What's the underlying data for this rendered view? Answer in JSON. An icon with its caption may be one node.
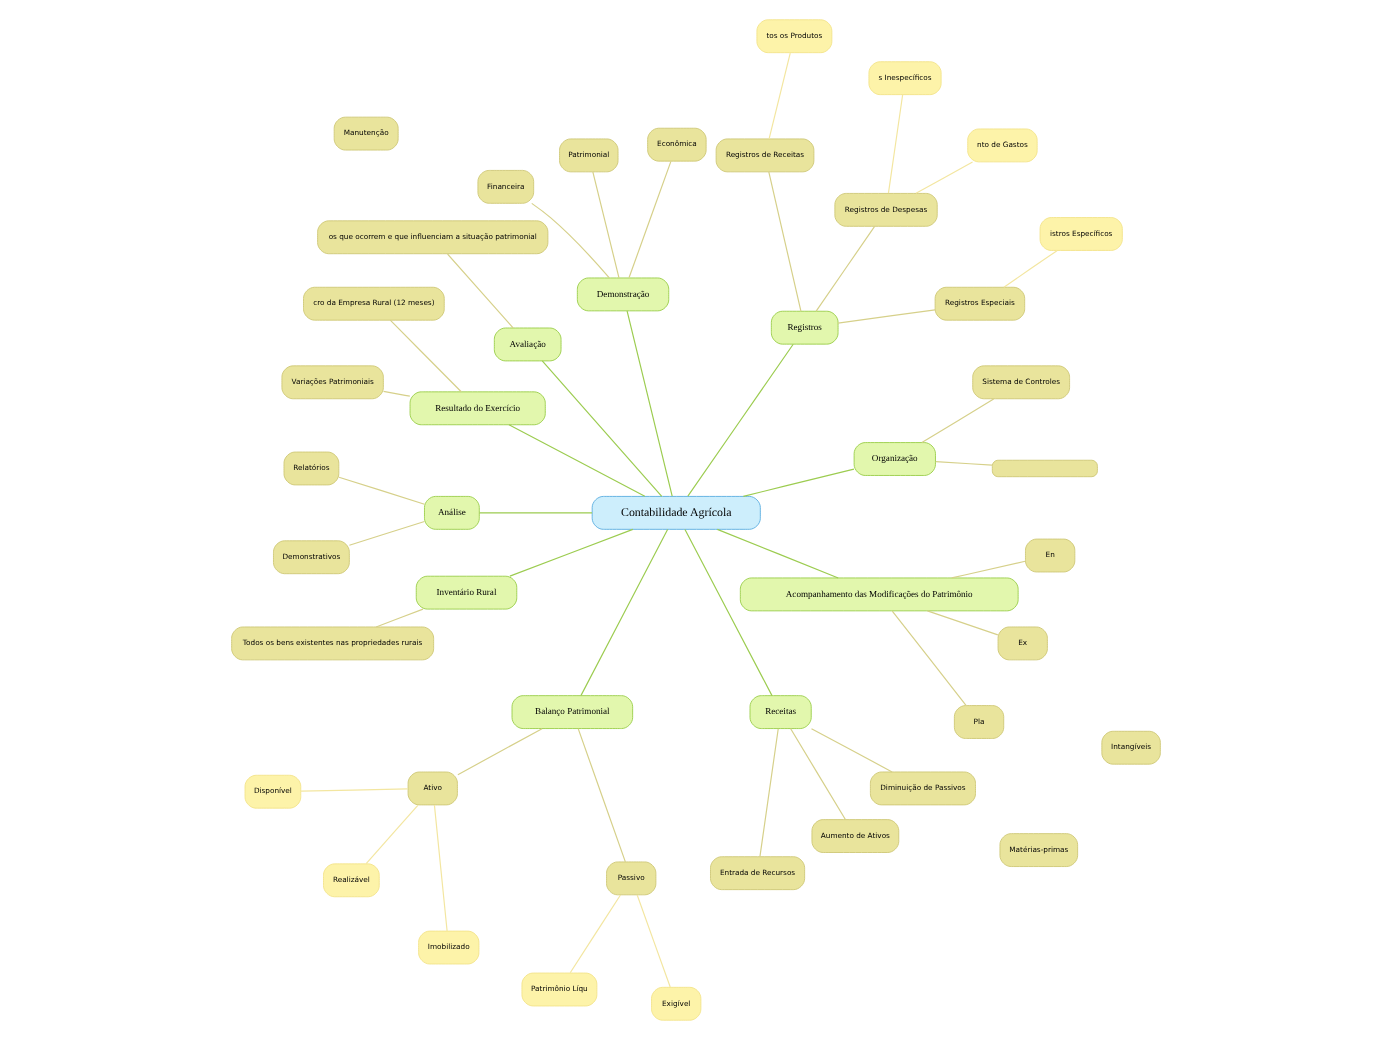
{
  "diagram": {
    "nodes": [
      {
        "text": [
          "Contabilidade Agrícola"
        ]
      },
      {
        "text": [
          "Organização"
        ]
      },
      {
        "text": [],
        "shape": "box"
      },
      {
        "text": [
          "Sistema de Controles"
        ]
      },
      {
        "text": [
          "Registros"
        ]
      },
      {
        "text": [
          "Registros Especiais"
        ]
      },
      {
        "text": [
          "istros Específicos"
        ]
      },
      {
        "text": [
          "Registros de Despesas"
        ]
      },
      {
        "text": [
          "nto de Gastos"
        ]
      },
      {
        "text": [
          "s Inespecíficos"
        ]
      },
      {
        "text": [
          "Registros de Receitas"
        ]
      },
      {
        "text": [
          "tos os Produtos"
        ]
      },
      {
        "text": [
          "Demonstração"
        ]
      },
      {
        "text": [
          "Econômica"
        ]
      },
      {
        "text": [
          "Patrimonial"
        ]
      },
      {
        "text": [
          "Financeira"
        ]
      },
      {
        "text": [
          "Avaliação"
        ]
      },
      {
        "text": [
          "os que ocorrem e que influenciam a situação patrimonial"
        ]
      },
      {
        "text": [
          "Resultado do Exercício"
        ]
      },
      {
        "text": [
          "cro da Empresa Rural (12 meses)"
        ]
      },
      {
        "text": [
          "Variações Patrimoniais"
        ]
      },
      {
        "text": [
          "Análise"
        ]
      },
      {
        "text": [
          "Relatórios"
        ]
      },
      {
        "text": [
          "Demonstrativos"
        ]
      },
      {
        "text": [
          "Matérias-primas"
        ]
      },
      {
        "text": [
          "Manutenção"
        ]
      },
      {
        "text": [
          "Inventário Rural"
        ]
      },
      {
        "text": [
          "Todos os bens existentes nas propriedades rurais"
        ]
      },
      {
        "text": [
          "Intangíveis"
        ]
      },
      {
        "text": [
          "Balanço Patrimonial"
        ]
      },
      {
        "text": [
          "Ativo"
        ]
      },
      {
        "text": [
          "Disponível"
        ]
      },
      {
        "text": [
          "Realizável"
        ]
      },
      {
        "text": [
          "Imobilizado"
        ]
      },
      {
        "text": [
          "Passivo"
        ]
      },
      {
        "text": [
          "Patrimônio Líqu"
        ]
      },
      {
        "text": [
          "Exigível"
        ]
      },
      {
        "text": [
          "Receitas"
        ]
      },
      {
        "text": [
          "Entrada de Recursos"
        ]
      },
      {
        "text": [
          "Aumento de Ativos"
        ]
      },
      {
        "text": [
          "Diminuição de Passivos"
        ]
      },
      {
        "text": [
          "Acompanhamento das Modificações do Patrimônio"
        ]
      },
      {
        "text": [
          "Pla"
        ]
      },
      {
        "text": [
          "Ex"
        ]
      },
      {
        "text": [
          "En"
        ]
      }
    ],
    "edges": [
      {
        "from": 0,
        "to": 1,
        "arrow": "none"
      },
      {
        "from": 1,
        "to": 2,
        "arrow": "none"
      },
      {
        "from": 1,
        "to": 3,
        "arrow": "none"
      },
      {
        "from": 0,
        "to": 4,
        "arrow": "none"
      },
      {
        "from": 4,
        "to": 5,
        "arrow": "none"
      },
      {
        "from": 5,
        "to": 6,
        "arrow": "none"
      },
      {
        "from": 4,
        "to": 7,
        "arrow": "none"
      },
      {
        "from": 7,
        "to": 8,
        "arrow": "none"
      },
      {
        "from": 7,
        "to": 9,
        "arrow": "none"
      },
      {
        "from": 4,
        "to": 10,
        "arrow": "none"
      },
      {
        "from": 10,
        "to": 11,
        "arrow": "none"
      },
      {
        "from": 0,
        "to": 12,
        "arrow": "none"
      },
      {
        "from": 12,
        "to": 13,
        "arrow": "none"
      },
      {
        "from": 12,
        "to": 14,
        "arrow": "none"
      },
      {
        "from": 12,
        "to": 15,
        "arrow": "none"
      },
      {
        "from": 0,
        "to": 16,
        "arrow": "none"
      },
      {
        "from": 16,
        "to": 17,
        "arrow": "none"
      },
      {
        "from": 0,
        "to": 18,
        "arrow": "none"
      },
      {
        "from": 18,
        "to": 19,
        "arrow": "none"
      },
      {
        "from": 18,
        "to": 20,
        "arrow": "none"
      },
      {
        "from": 0,
        "to": 21,
        "arrow": "none"
      },
      {
        "from": 21,
        "to": 22,
        "arrow": "none"
      },
      {
        "from": 21,
        "to": 23,
        "arrow": "none"
      },
      {
        "from": 0,
        "to": 26,
        "arrow": "none"
      },
      {
        "from": 26,
        "to": 27,
        "arrow": "none"
      },
      {
        "from": 0,
        "to": 29,
        "arrow": "none"
      },
      {
        "from": 29,
        "to": 30,
        "arrow": "none"
      },
      {
        "from": 30,
        "to": 31,
        "arrow": "none"
      },
      {
        "from": 30,
        "to": 32,
        "arrow": "none"
      },
      {
        "from": 30,
        "to": 33,
        "arrow": "none"
      },
      {
        "from": 29,
        "to": 34,
        "arrow": "none"
      },
      {
        "from": 34,
        "to": 35,
        "arrow": "none"
      },
      {
        "from": 34,
        "to": 36,
        "arrow": "none"
      },
      {
        "from": 0,
        "to": 37,
        "arrow": "none"
      },
      {
        "from": 37,
        "to": 38,
        "arrow": "none"
      },
      {
        "from": 37,
        "to": 39,
        "arrow": "none"
      },
      {
        "from": 37,
        "to": 40,
        "arrow": "none"
      },
      {
        "from": 0,
        "to": 41,
        "arrow": "none"
      },
      {
        "from": 41,
        "to": 42,
        "arrow": "none"
      },
      {
        "from": 41,
        "to": 43,
        "arrow": "none"
      },
      {
        "from": 41,
        "to": 44,
        "arrow": "none"
      }
    ]
  }
}
